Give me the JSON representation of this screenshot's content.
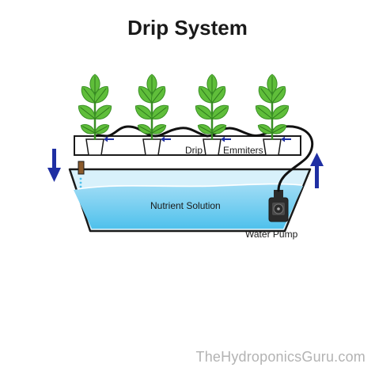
{
  "title": "Drip System",
  "labels": {
    "drip": "Drip",
    "emitters": "Emmiters",
    "nutrient_solution": "Nutrient Solution",
    "water_pump": "Water Pump"
  },
  "watermark": "TheHydroponicsGuru.com",
  "plant_count": 4,
  "flow_arrows": {
    "left": "down",
    "right": "up"
  },
  "colors": {
    "water": "#5cc8ef",
    "water_light": "#d8f1fb",
    "leaf": "#5fbe3a",
    "leaf_dark": "#3a8f25",
    "arrow": "#1f2fa3",
    "outline": "#1a1a1a"
  }
}
